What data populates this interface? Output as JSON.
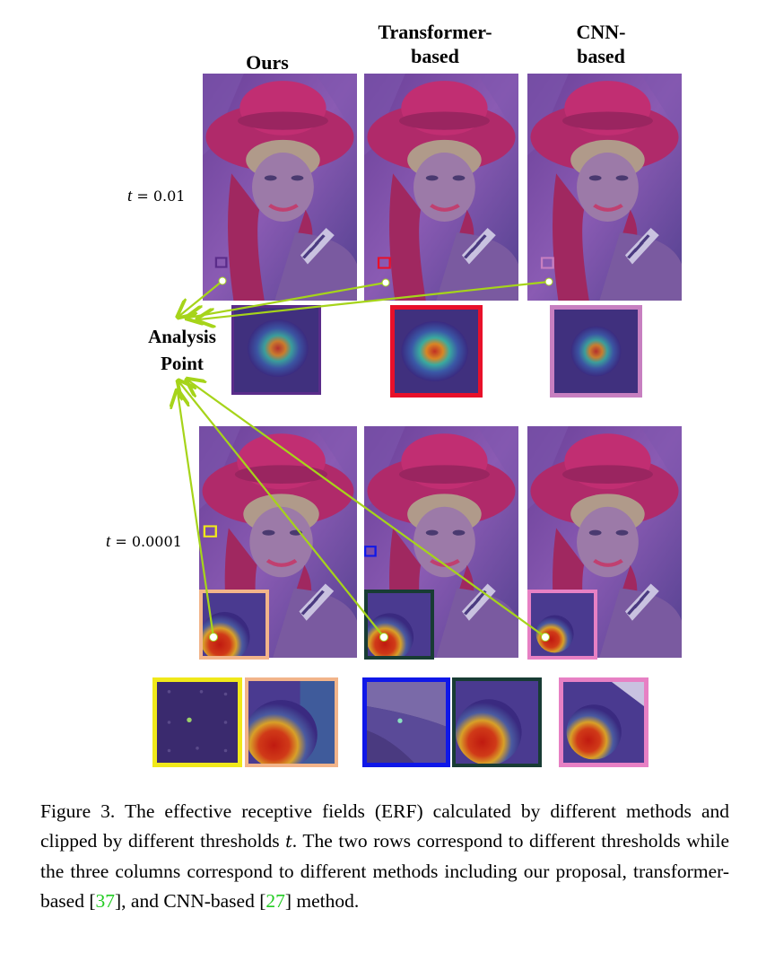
{
  "columns": {
    "ours": "Ours",
    "transformer_line1": "Transformer-",
    "transformer_line2": "based",
    "cnn_line1": "CNN-",
    "cnn_line2": "based"
  },
  "thresholds": {
    "row1_var": "t",
    "row1_eq": " = 0.01",
    "row2_var": "t",
    "row2_eq": " = 0.0001"
  },
  "analysis_label": {
    "line1": "Analysis",
    "line2": "Point"
  },
  "colors": {
    "arrow": "#a6d41a",
    "ours_box_row1": "#5a2c8a",
    "transformer_box_row1": "#e8102a",
    "cnn_box_row1": "#c77fc0",
    "ours_box_row2": "#f2b48a",
    "transformer_box_row2": "#183c34",
    "cnn_box_row2": "#e780c4",
    "yellow_box": "#f0e81a",
    "blue_box": "#1018e8"
  },
  "caption": {
    "part1": "Figure 3. The effective receptive fields (ERF) calculated by different methods and clipped by different thresholds ",
    "var": "t",
    "part2": ". The two rows correspond to different thresholds while the three columns correspond to different methods including our proposal, transformer-based [",
    "ref1": "37",
    "part3": "], and CNN-based [",
    "ref2": "27",
    "part4": "] method."
  }
}
